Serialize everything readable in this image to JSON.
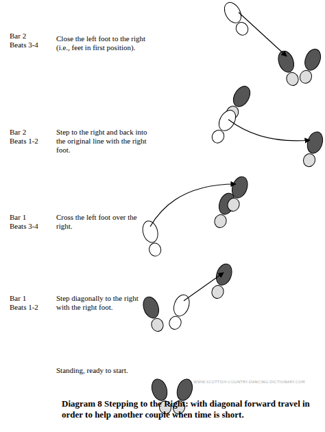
{
  "diagram": {
    "caption": "Diagram 8 Stepping to the Right: with diagonal forward travel in order to help another couple when time is short.",
    "labels": [
      "Bar 2",
      "Beats 3-4",
      "Close the left foot to the right (i.e., feet in first position).",
      "Bar 2",
      "Beats 1-2",
      "Step to the right and back into the original line with the right foot.",
      "Bar 1",
      "Beats 3-4",
      "Cross the left foot over the right.",
      "Bar 1",
      "Beats 1-2",
      "Step diagonally to the right with the right foot.",
      "Standing, ready to start.",
      "WWW.SCOTTISH-COUNTRY-DANCING-DICTIONARY.COM"
    ]
  }
}
